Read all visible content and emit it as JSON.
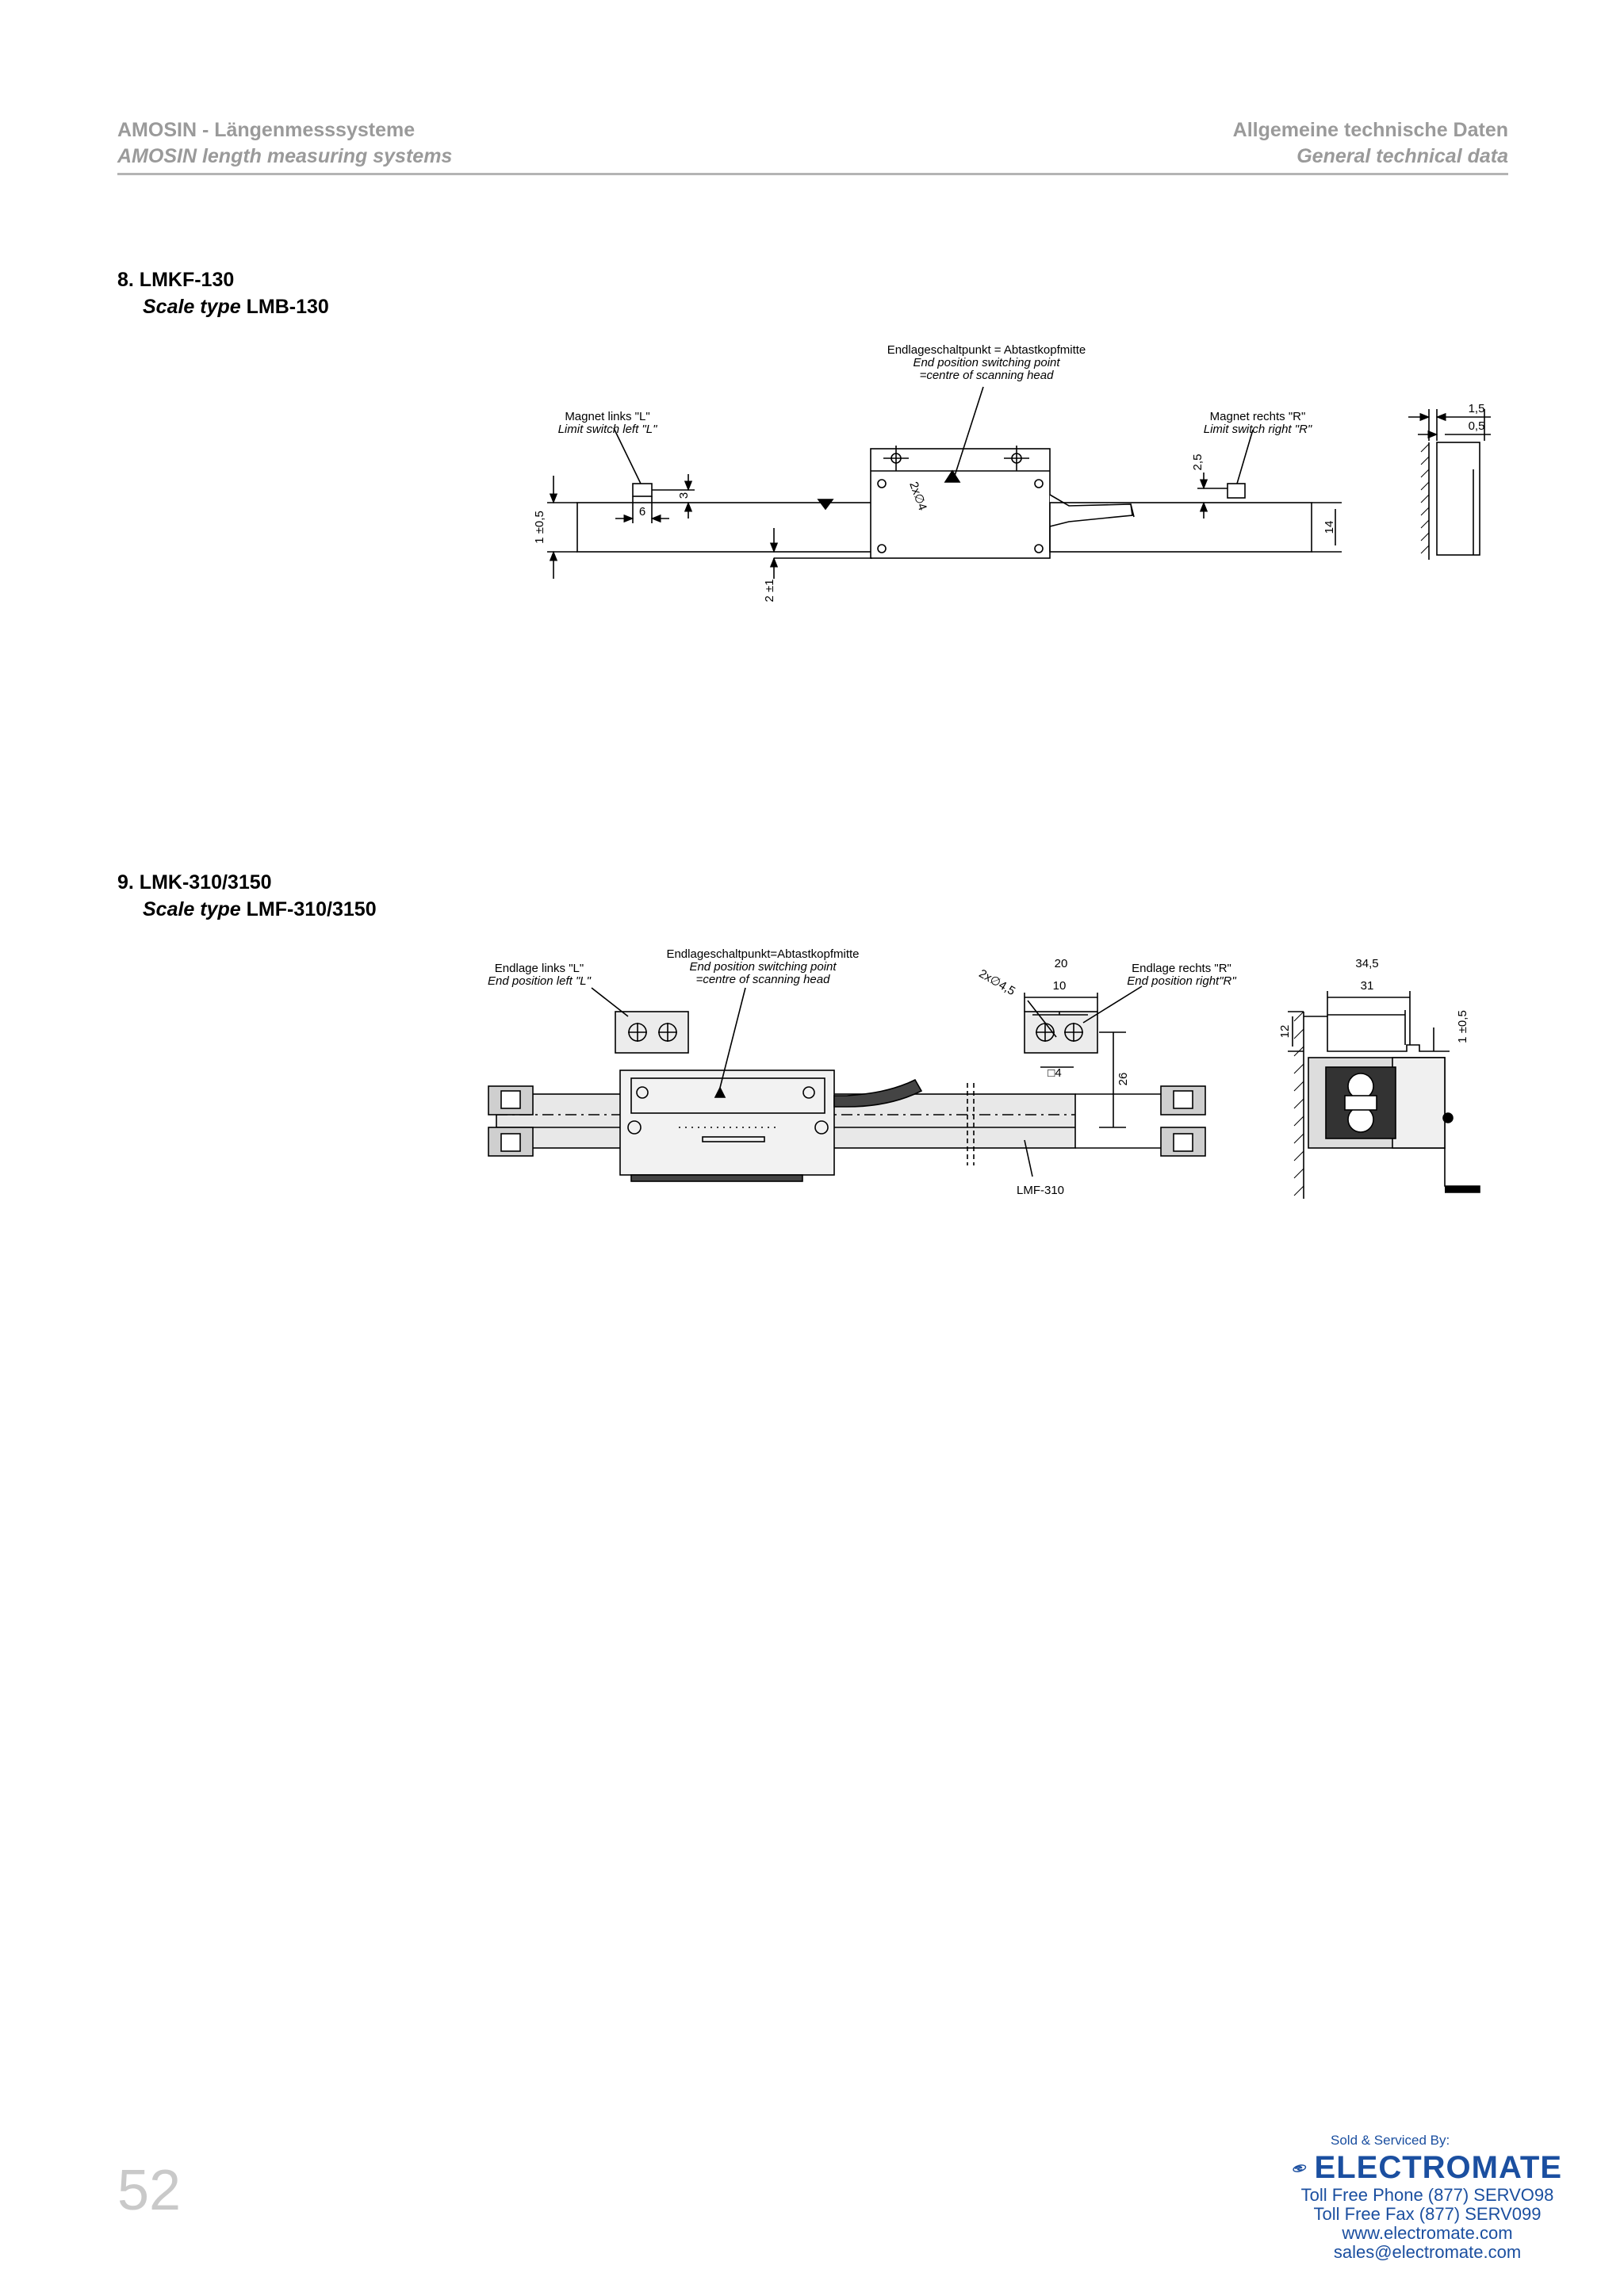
{
  "header": {
    "left_title": "AMOSIN - Längenmesssysteme",
    "left_subtitle": "AMOSIN length measuring systems",
    "right_title": "Allgemeine technische Daten",
    "right_subtitle": "General technical data"
  },
  "section8": {
    "title": "8. LMKF-130",
    "scale_type_label": "Scale type",
    "scale_type_value": "LMB-130",
    "labels": {
      "switch_point_de": "Endlageschaltpunkt = Abtastkopfmitte",
      "switch_point_en1": "End position switching point",
      "switch_point_en2": "=centre of scanning head",
      "magnet_left_de": "Magnet links \"L\"",
      "magnet_left_en": "Limit switch left \"L\"",
      "magnet_right_de": "Magnet rechts \"R\"",
      "magnet_right_en": "Limit switch right \"R\""
    },
    "dimensions": {
      "d3": "3",
      "d6": "6",
      "d1": "1 ±0,5",
      "d2": "2 ±1",
      "d2x4": "2x∅4",
      "d25": "2,5",
      "d14": "14",
      "d15": "1,5",
      "d05": "0,5"
    }
  },
  "section9": {
    "title": "9. LMK-310/3150",
    "scale_type_label": "Scale type",
    "scale_type_value": "LMF-310/3150",
    "labels": {
      "end_left_de": "Endlage links \"L\"",
      "end_left_en": "End position left \"L\"",
      "switch_point_de": "Endlageschaltpunkt=Abtastkopfmitte",
      "switch_point_en1": "End position switching point",
      "switch_point_en2": "=centre of scanning head",
      "end_right_de": "Endlage rechts \"R\"",
      "end_right_en": "End position right\"R\"",
      "scale_name": "LMF-310"
    },
    "dimensions": {
      "d20": "20",
      "d10": "10",
      "d2x45": "2x∅4,5",
      "d4": "□4",
      "d26": "26",
      "d345": "34,5",
      "d31": "31",
      "d12": "12",
      "d1": "1 ±0,5"
    }
  },
  "page_number": "52",
  "footer": {
    "sold_by": "Sold & Serviced By:",
    "brand": "ELECTROMATE",
    "phone": "Toll Free Phone  (877) SERVO98",
    "fax": "Toll Free Fax  (877) SERV099",
    "web": "www.electromate.com",
    "email": "sales@electromate.com"
  }
}
